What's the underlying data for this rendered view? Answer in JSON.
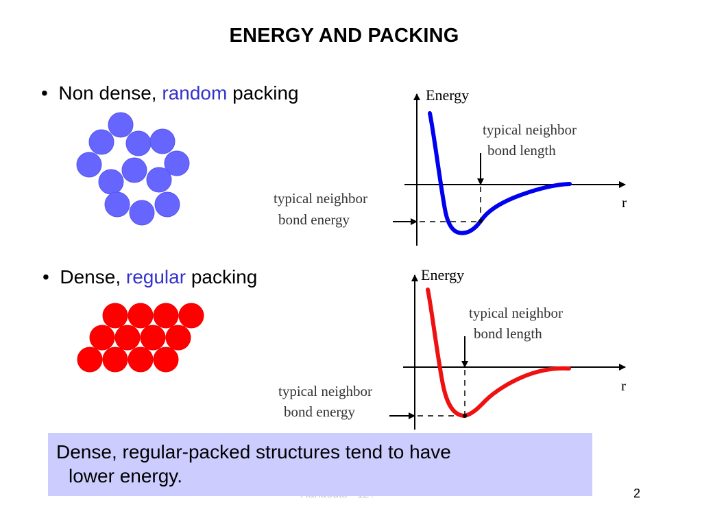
{
  "title": "ENERGY AND PACKING",
  "bullets": [
    {
      "prefix": "Non dense, ",
      "highlight": "random",
      "suffix": " packing"
    },
    {
      "prefix": "Dense, ",
      "highlight": "regular",
      "suffix": " packing"
    }
  ],
  "graph1": {
    "y_label": "Energy",
    "x_label": "r",
    "length_label_line1": "typical neighbor",
    "length_label_line2": "bond length",
    "energy_label_line1": "typical neighbor",
    "energy_label_line2": "bond energy",
    "curve_color": "#0000ee"
  },
  "graph2": {
    "y_label": "Energy",
    "x_label": "r",
    "length_label_line1": "typical neighbor",
    "length_label_line2": "bond length",
    "energy_label_line1": "typical neighbor",
    "energy_label_line2": "bond energy",
    "curve_color": "#ee1111"
  },
  "colors": {
    "random_atoms": "#6666ff",
    "regular_atoms": "#ff0000",
    "highlight_text": "#3333cc",
    "callout_bg": "#ccccff"
  },
  "callout": {
    "line1": "Dense, regular-packed structures tend to have",
    "line2": "lower energy."
  },
  "footer_faint": "Handouts - 12?",
  "slide_number": "2"
}
